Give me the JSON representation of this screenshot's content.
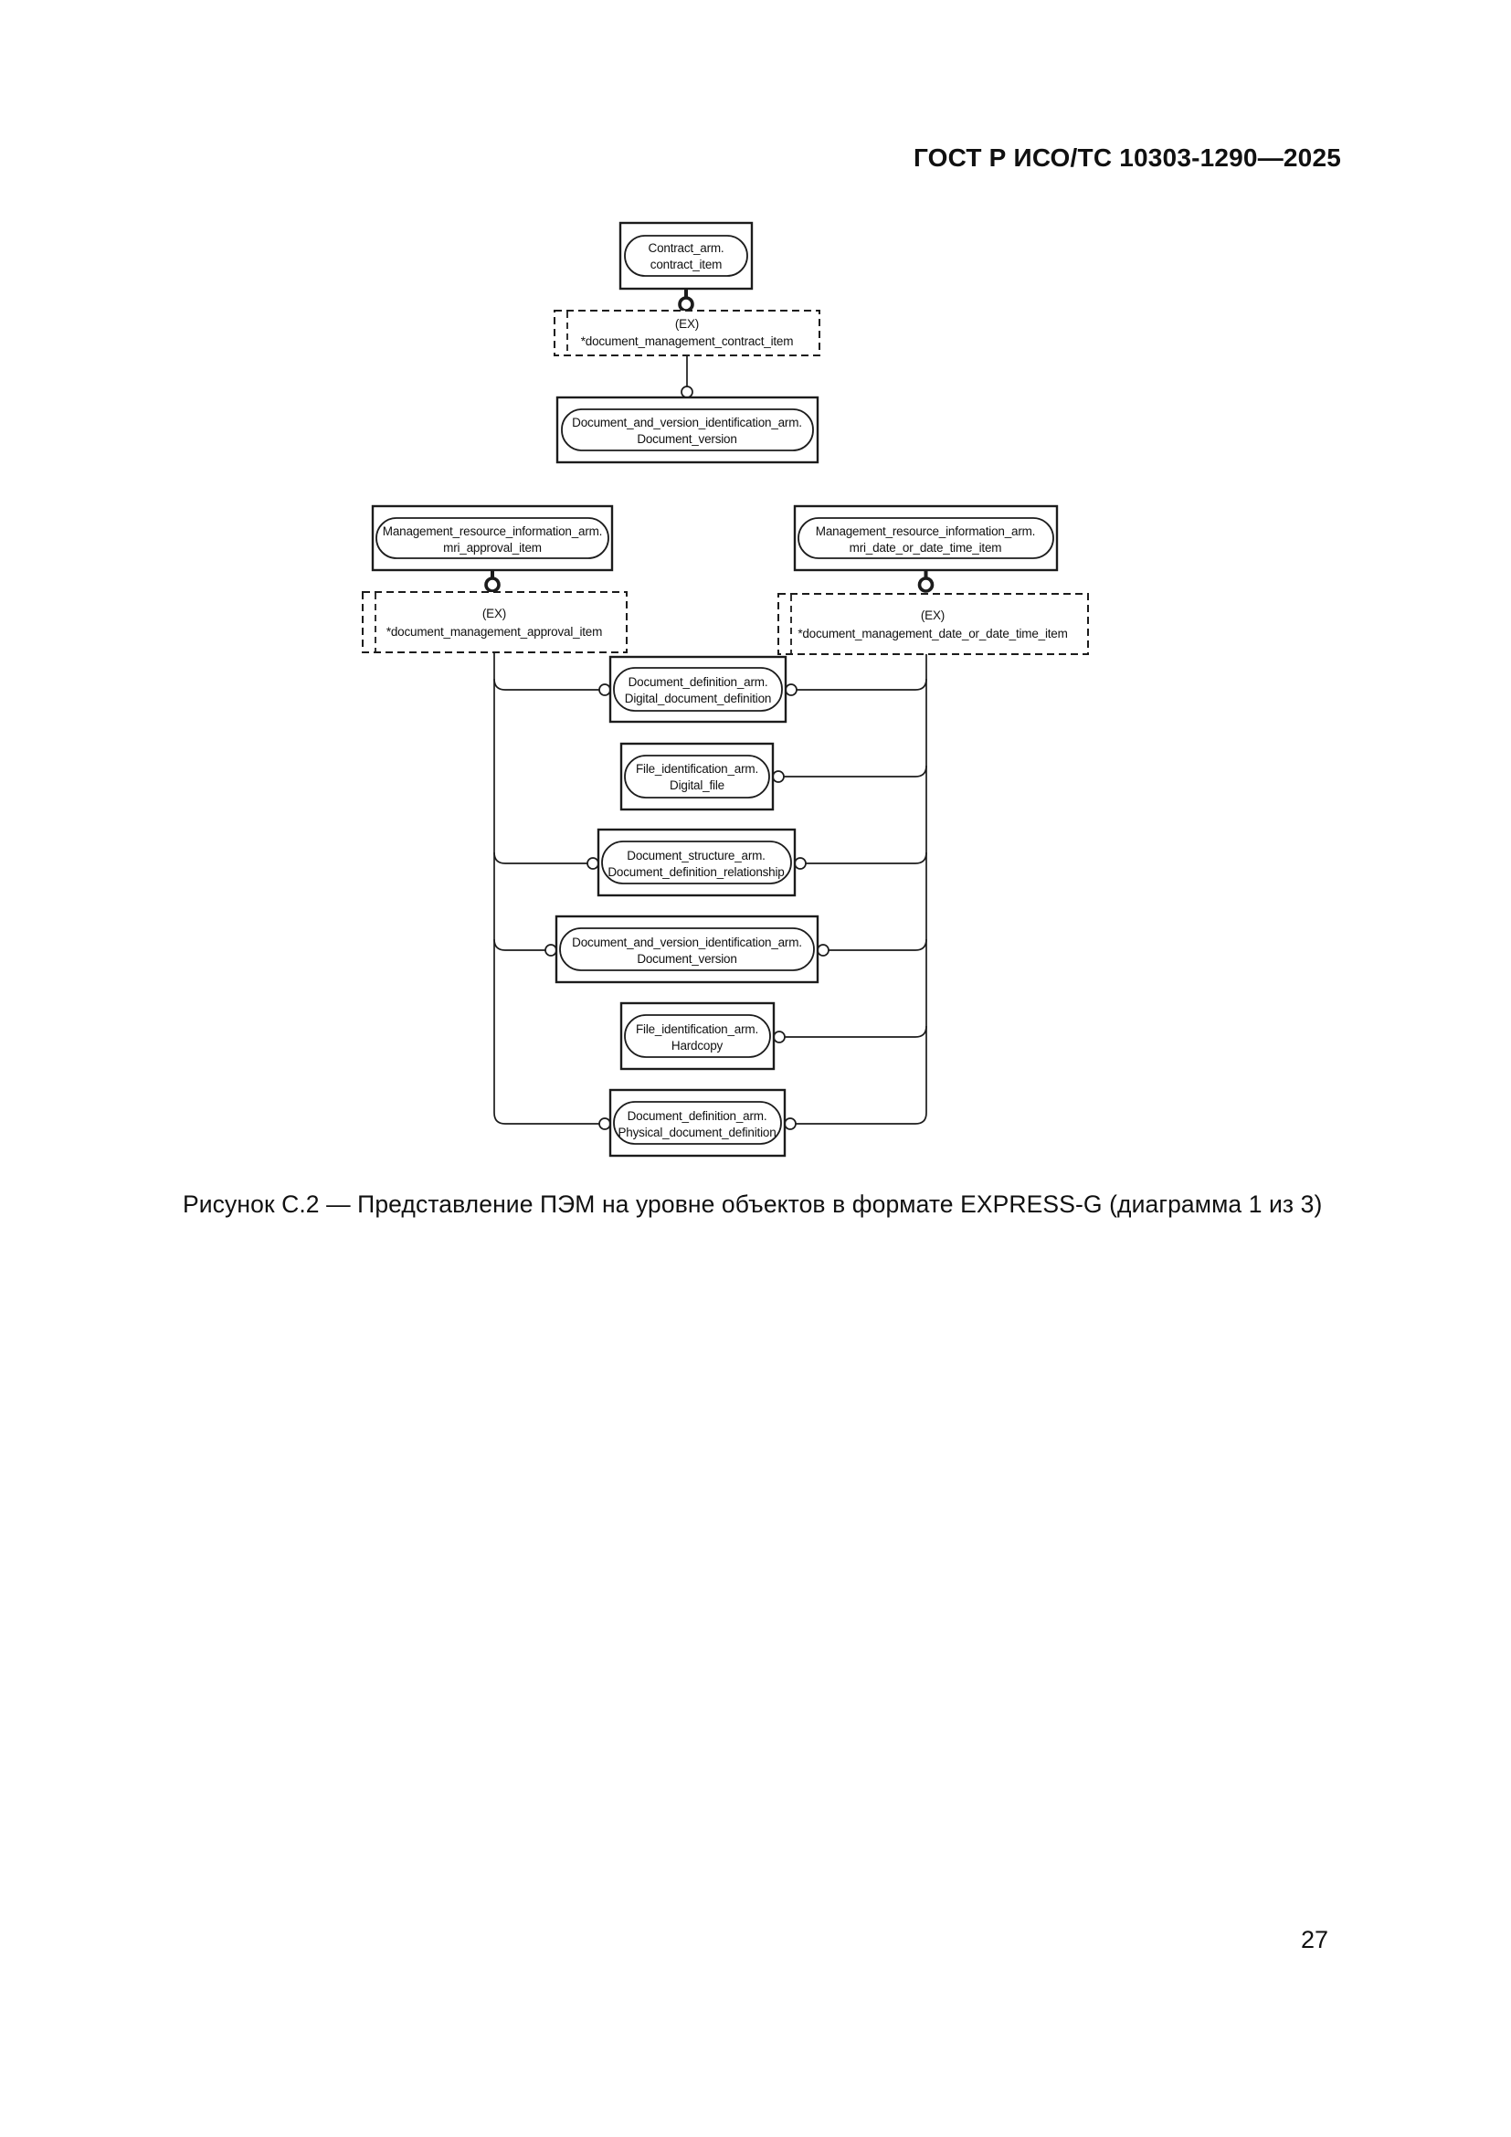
{
  "page": {
    "header": "ГОСТ Р ИСО/ТС 10303-1290—2025",
    "caption": "Рисунок С.2 — Представление ПЭМ на уровне объектов в формате EXPRESS-G (диаграмма 1 из 3)",
    "page_number": "27"
  },
  "colors": {
    "ink": "#1c1c1c",
    "paper": "#ffffff"
  },
  "diagram": {
    "notation": "EXPRESS-G",
    "nodes": {
      "contract": {
        "line1": "Contract_arm.",
        "line2": "contract_item"
      },
      "dm_contract": {
        "line1": "(EX)",
        "line2": "*document_management_contract_item"
      },
      "doc_version_top": {
        "line1": "Document_and_version_identification_arm.",
        "line2": "Document_version"
      },
      "mri_approval": {
        "line1": "Management_resource_information_arm.",
        "line2": "mri_approval_item"
      },
      "dm_approval": {
        "line1": "(EX)",
        "line2": "*document_management_approval_item"
      },
      "mri_date": {
        "line1": "Management_resource_information_arm.",
        "line2": "mri_date_or_date_time_item"
      },
      "dm_date": {
        "line1": "(EX)",
        "line2": "*document_management_date_or_date_time_item"
      },
      "digital_doc_def": {
        "line1": "Document_definition_arm.",
        "line2": "Digital_document_definition"
      },
      "digital_file": {
        "line1": "File_identification_arm.",
        "line2": "Digital_file"
      },
      "doc_def_rel": {
        "line1": "Document_structure_arm.",
        "line2": "Document_definition_relationship"
      },
      "doc_version_mid": {
        "line1": "Document_and_version_identification_arm.",
        "line2": "Document_version"
      },
      "hardcopy": {
        "line1": "File_identification_arm.",
        "line2": "Hardcopy"
      },
      "physical_doc_def": {
        "line1": "Document_definition_arm.",
        "line2": "Physical_document_definition"
      }
    }
  }
}
